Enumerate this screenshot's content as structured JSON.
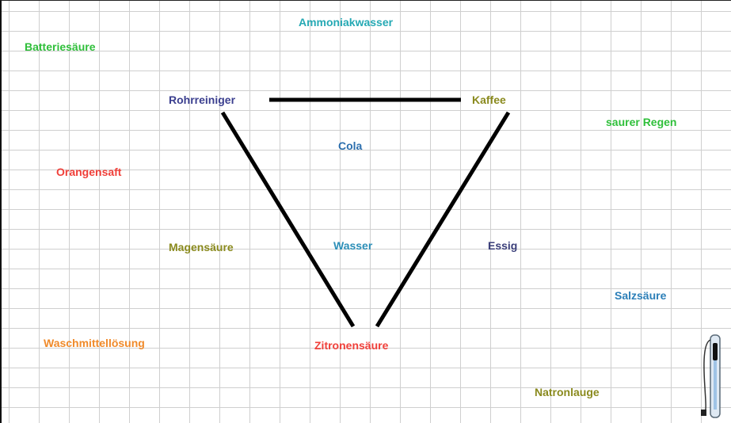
{
  "labels": {
    "ammoniakwasser": {
      "text": "Ammoniakwasser",
      "color": "#25a9b4"
    },
    "batteriesaeure": {
      "text": "Batteriesäure",
      "color": "#2fbf3a"
    },
    "rohrreiniger": {
      "text": "Rohrreiniger",
      "color": "#3b3f8f"
    },
    "kaffee": {
      "text": "Kaffee",
      "color": "#8a8a1e"
    },
    "saurer_regen": {
      "text": "saurer Regen",
      "color": "#2fbf3a"
    },
    "cola": {
      "text": "Cola",
      "color": "#2c6fae"
    },
    "orangensaft": {
      "text": "Orangensaft",
      "color": "#f0403a"
    },
    "magensaeure": {
      "text": "Magensäure",
      "color": "#8a8a1e"
    },
    "wasser": {
      "text": "Wasser",
      "color": "#2c8fb8"
    },
    "essig": {
      "text": "Essig",
      "color": "#3b3f7a"
    },
    "salzsaeure": {
      "text": "Salzsäure",
      "color": "#2c7fb8"
    },
    "waschmittelloesung": {
      "text": "Waschmittellösung",
      "color": "#f08a2a"
    },
    "zitronensaeure": {
      "text": "Zitronensäure",
      "color": "#f0403a"
    },
    "natronlauge": {
      "text": "Natronlauge",
      "color": "#8a8a1e"
    }
  },
  "line_color": "#000000",
  "grid_color": "#cfcfcf",
  "icons": {
    "thermometer": "ph-electrode-icon"
  }
}
